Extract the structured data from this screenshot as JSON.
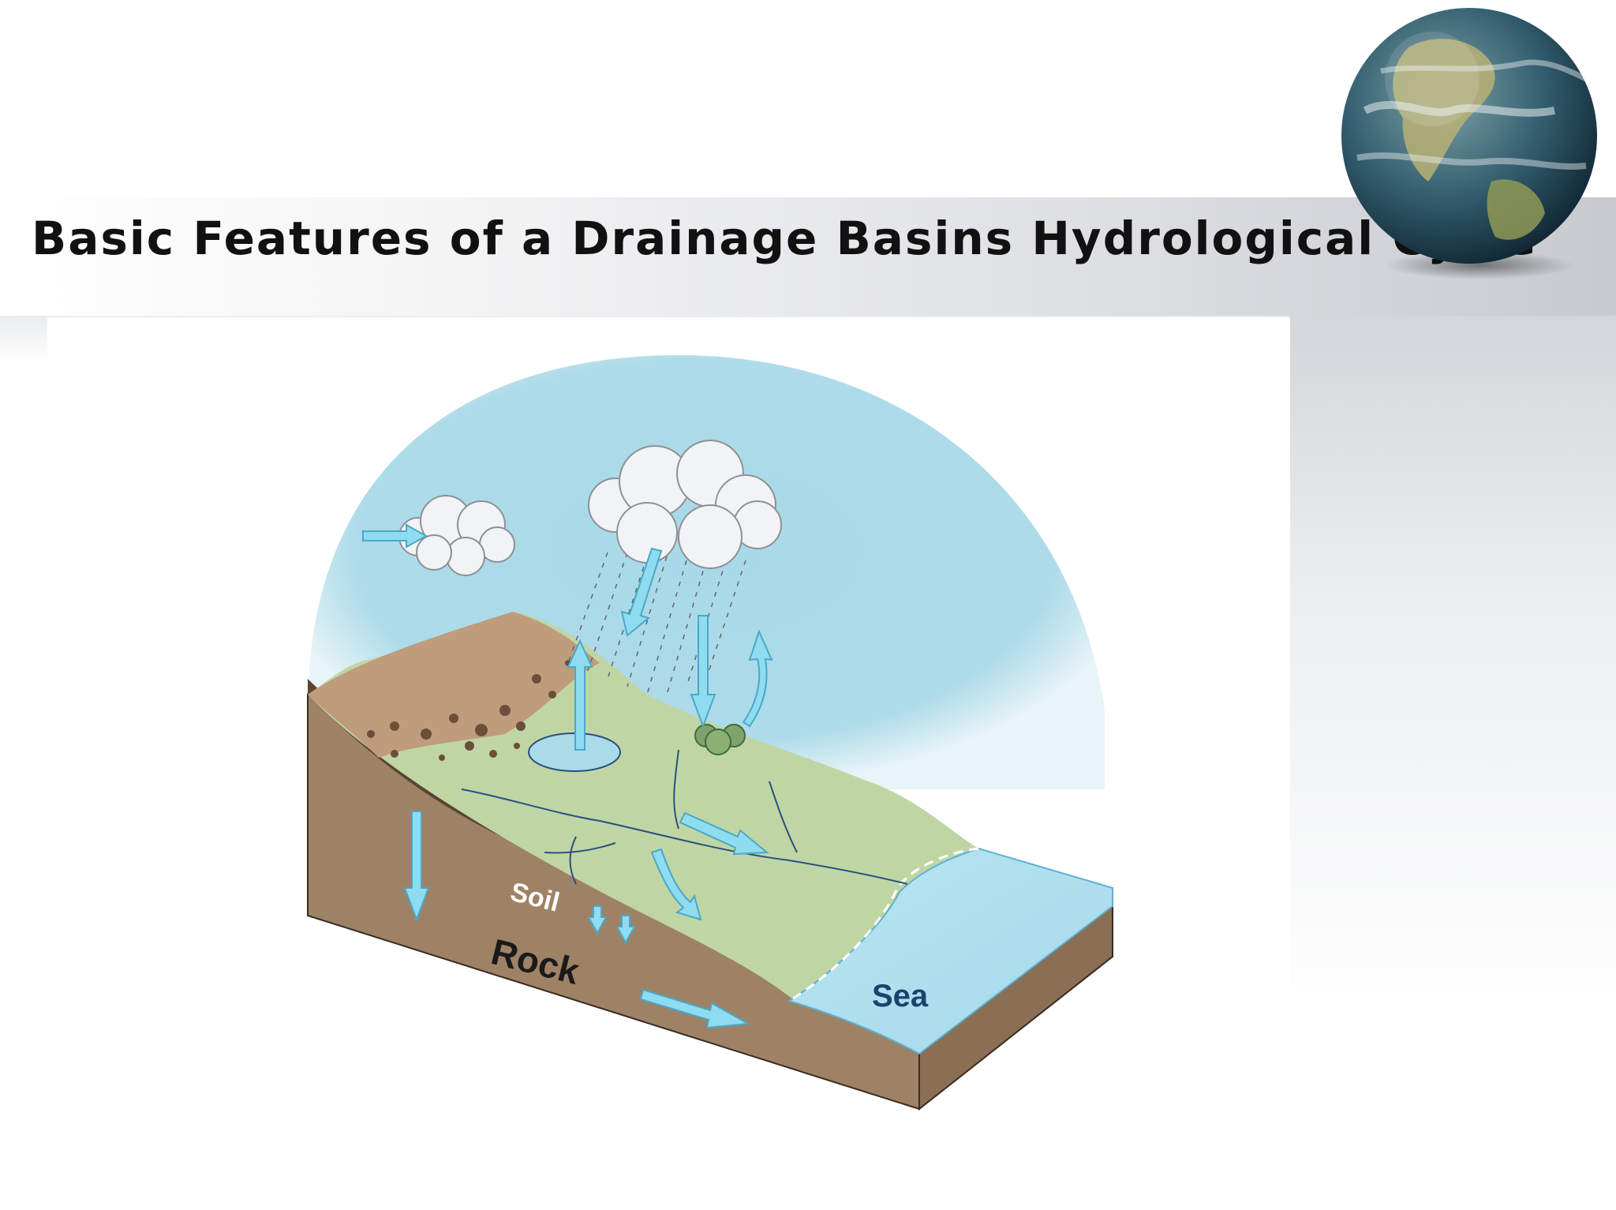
{
  "slide": {
    "title": "Basic Features of a Drainage Basins Hydrological Cycle"
  },
  "diagram": {
    "labels": {
      "soil": "Soil",
      "rock": "Rock",
      "sea": "Sea"
    }
  },
  "colors": {
    "sky": "#a9dbe9",
    "land_top": "#bfd6a4",
    "bare_soil": "#bf9c7b",
    "rock": "#9e8266",
    "soil_layer": "#5c4434",
    "sea": "#b4e2ef",
    "arrow": "#8fdcf0",
    "label_sea": "#16456e"
  }
}
